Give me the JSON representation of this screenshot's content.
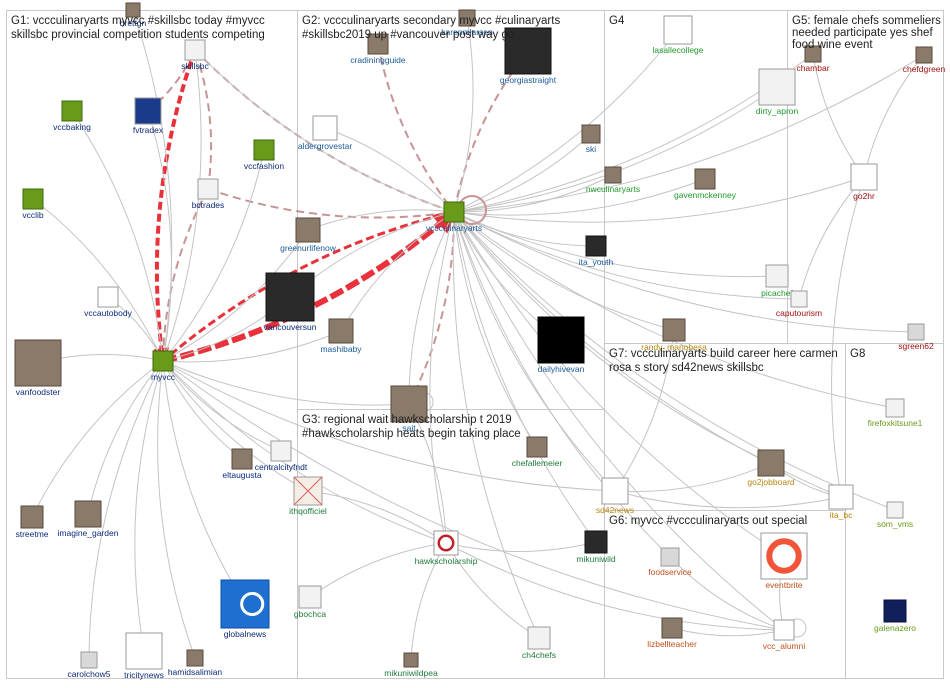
{
  "groups": [
    {
      "id": "G1",
      "title_lines": [
        "G1: vccculinaryarts myvcc #skillsbc today #myvcc",
        "skillsbc provincial competition students competing"
      ]
    },
    {
      "id": "G2",
      "title_lines": [
        "G2: vccculinaryarts secondary myvcc #culinaryarts",
        "#skillsbc2019 up #vancouver post way go"
      ]
    },
    {
      "id": "G3",
      "title_lines": [
        "G3: regional wait hawkscholarship t 2019",
        "#hawkscholarship heats begin taking place"
      ]
    },
    {
      "id": "G4",
      "title_lines": [
        "G4"
      ]
    },
    {
      "id": "G5",
      "title_lines": [
        "G5: female chefs sommeliers",
        "needed participate yes shef",
        "food wine event"
      ]
    },
    {
      "id": "G6",
      "title_lines": [
        "G6: myvcc #vccculinaryarts out special"
      ]
    },
    {
      "id": "G7",
      "title_lines": [
        "G7: vccculinaryarts build career here carmen",
        "rosa s story sd42news skillsbc"
      ]
    },
    {
      "id": "G8",
      "title_lines": [
        "G8"
      ]
    }
  ],
  "nodes": [
    {
      "id": "brettgn",
      "label": "brettgn",
      "color": "#0d2a7a",
      "icon": "avatar-photo"
    },
    {
      "id": "skillsbc",
      "label": "skillsbc",
      "color": "#0d2a7a",
      "icon": "logo"
    },
    {
      "id": "vccbaking",
      "label": "vccbaking",
      "color": "#0d2a7a",
      "icon": "logo-green"
    },
    {
      "id": "fvtradex",
      "label": "fvtradex",
      "color": "#0d2a7a",
      "icon": "logo-blue"
    },
    {
      "id": "vccfashion",
      "label": "vccfashion",
      "color": "#0d2a7a",
      "icon": "logo-green"
    },
    {
      "id": "vcclib",
      "label": "vcclib",
      "color": "#0d2a7a",
      "icon": "logo-green"
    },
    {
      "id": "bctrades",
      "label": "bctrades",
      "color": "#0d2a7a",
      "icon": "logo"
    },
    {
      "id": "vccautobody",
      "label": "vccautobody",
      "color": "#0d2a7a",
      "icon": "logo-vcc"
    },
    {
      "id": "vancouversun",
      "label": "vancouversun",
      "color": "#0d2a7a",
      "icon": "logo-dark"
    },
    {
      "id": "vanfoodster",
      "label": "vanfoodster",
      "color": "#0d2a7a",
      "icon": "avatar-photo"
    },
    {
      "id": "myvcc",
      "label": "myvcc",
      "color": "#0d2a7a",
      "icon": "logo-green"
    },
    {
      "id": "eltaugusta",
      "label": "eltaugusta",
      "color": "#0d2a7a",
      "icon": "avatar-photo"
    },
    {
      "id": "centralcityfndt",
      "label": "centralcityfndt",
      "color": "#0d2a7a",
      "icon": "logo"
    },
    {
      "id": "streetme",
      "label": "streetme",
      "color": "#0d2a7a",
      "icon": "avatar-photo"
    },
    {
      "id": "imagine_garden",
      "label": "imagine_garden",
      "color": "#0d2a7a",
      "icon": "avatar-photo"
    },
    {
      "id": "globalnews",
      "label": "globalnews",
      "color": "#0d2a7a",
      "icon": "logo-global"
    },
    {
      "id": "carolchow5",
      "label": "carolchow5",
      "color": "#0d2a7a",
      "icon": "avatar-default"
    },
    {
      "id": "tricitynews",
      "label": "tricitynews",
      "color": "#0d2a7a",
      "icon": "logo-news"
    },
    {
      "id": "hamidsalimian",
      "label": "hamidsalimian",
      "color": "#0d2a7a",
      "icon": "avatar-photo"
    },
    {
      "id": "karenmlarsen",
      "label": "karenmlarsen",
      "color": "#1a5a9a",
      "icon": "avatar-photo"
    },
    {
      "id": "cradiningguide",
      "label": "cradiningguide",
      "color": "#1a5a9a",
      "icon": "avatar-photo"
    },
    {
      "id": "georgiastraight",
      "label": "georgiastraight",
      "color": "#1a5a9a",
      "icon": "logo-dark"
    },
    {
      "id": "aldergrovestar",
      "label": "aldergrovestar",
      "color": "#1a5a9a",
      "icon": "logo-star"
    },
    {
      "id": "ski",
      "label": "ski",
      "color": "#1a5a9a",
      "icon": "avatar-photo"
    },
    {
      "id": "vccculinaryarts",
      "label": "vccculinaryarts",
      "color": "#1a5a9a",
      "icon": "logo-green"
    },
    {
      "id": "greenurlifenow",
      "label": "greenurlifenow",
      "color": "#1a5a9a",
      "icon": "avatar-photo"
    },
    {
      "id": "ita_youth",
      "label": "ita_youth",
      "color": "#1a5a9a",
      "icon": "logo-dark"
    },
    {
      "id": "mashibaby",
      "label": "mashibaby",
      "color": "#1a5a9a",
      "icon": "avatar-photo"
    },
    {
      "id": "dailyhivevan",
      "label": "dailyhivevan",
      "color": "#1a5a9a",
      "icon": "logo-h"
    },
    {
      "id": "sait",
      "label": "sait",
      "color": "#1a5a9a",
      "icon": "avatar-photo"
    },
    {
      "id": "chefallemeier",
      "label": "chefallemeier",
      "color": "#1e7a3a",
      "icon": "avatar-photo"
    },
    {
      "id": "ithqofficiel",
      "label": "ithqofficiel",
      "color": "#1e7a3a",
      "icon": "avatar-x"
    },
    {
      "id": "hawkscholarship",
      "label": "hawkscholarship",
      "color": "#1e7a3a",
      "icon": "logo-hawk"
    },
    {
      "id": "mikuniwild",
      "label": "mikuniwild",
      "color": "#1e7a3a",
      "icon": "logo-dark"
    },
    {
      "id": "gbochca",
      "label": "gbochca",
      "color": "#1e7a3a",
      "icon": "logo"
    },
    {
      "id": "ch4chefs",
      "label": "ch4chefs",
      "color": "#1e7a3a",
      "icon": "logo"
    },
    {
      "id": "mikuniwildpea",
      "label": "mikuniwildpea",
      "color": "#1e7a3a",
      "icon": "avatar-photo"
    },
    {
      "id": "lasallecollege",
      "label": "lasallecollege",
      "color": "#1f9a2a",
      "icon": "logo-lasalle"
    },
    {
      "id": "dirty_apron",
      "label": "dirty_apron",
      "color": "#1f9a2a",
      "icon": "logo"
    },
    {
      "id": "nwculinaryarts",
      "label": "nwculinaryarts",
      "color": "#1f9a2a",
      "icon": "avatar-photo"
    },
    {
      "id": "gavenmckenney",
      "label": "gavenmckenney",
      "color": "#1f9a2a",
      "icon": "avatar-photo"
    },
    {
      "id": "picachef",
      "label": "picachef",
      "color": "#1f9a2a",
      "icon": "logo"
    },
    {
      "id": "chambar",
      "label": "chambar",
      "color": "#a01010",
      "icon": "avatar-photo"
    },
    {
      "id": "chefdgreen",
      "label": "chefdgreen",
      "color": "#a01010",
      "icon": "avatar-photo"
    },
    {
      "id": "go2hr",
      "label": "go2hr",
      "color": "#a01010",
      "icon": "logo-go2hr"
    },
    {
      "id": "caputourism",
      "label": "caputourism",
      "color": "#a01010",
      "icon": "logo"
    },
    {
      "id": "sgreen62",
      "label": "sgreen62",
      "color": "#a01010",
      "icon": "avatar-default"
    },
    {
      "id": "randy_manobesa",
      "label": "randy_manobesa",
      "color": "#b8860b",
      "icon": "avatar-photo"
    },
    {
      "id": "go2jobboard",
      "label": "go2jobboard",
      "color": "#b8860b",
      "icon": "avatar-photo"
    },
    {
      "id": "ita_bc",
      "label": "ita_bc",
      "color": "#b8860b",
      "icon": "logo-ita"
    },
    {
      "id": "sd42news",
      "label": "sd42news",
      "color": "#b8860b",
      "icon": "logo-sd42"
    },
    {
      "id": "foodservice",
      "label": "foodservice",
      "color": "#c0501a",
      "icon": "avatar-default"
    },
    {
      "id": "eventbrite",
      "label": "eventbrite",
      "color": "#c0501a",
      "icon": "logo-eventbrite"
    },
    {
      "id": "lizbellteacher",
      "label": "lizbellteacher",
      "color": "#c0501a",
      "icon": "avatar-photo"
    },
    {
      "id": "vcc_alumni",
      "label": "vcc_alumni",
      "color": "#c0501a",
      "icon": "logo-vcc"
    },
    {
      "id": "firefoxkitsune1",
      "label": "firefoxkitsune1",
      "color": "#6a9a1a",
      "icon": "logo"
    },
    {
      "id": "som_vms",
      "label": "som_vms",
      "color": "#6a9a1a",
      "icon": "logo"
    },
    {
      "id": "galenazero",
      "label": "galenazero",
      "color": "#6a9a1a",
      "icon": "logo-gz"
    }
  ]
}
